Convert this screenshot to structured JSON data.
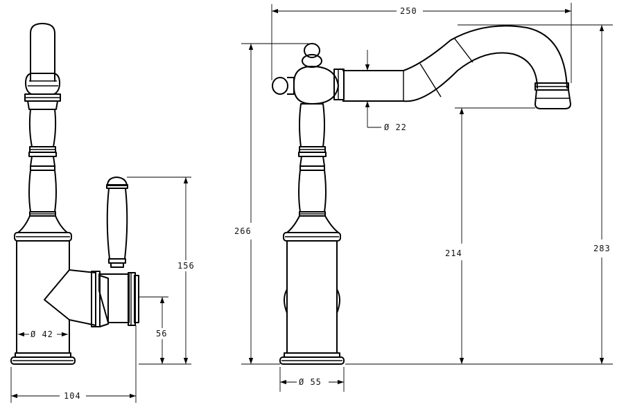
{
  "drawing": {
    "front_view": {
      "dim_handle_height": "156",
      "dim_outlet_height": "56",
      "dim_body_diameter": "Ø 42",
      "dim_overall_width": "104"
    },
    "side_view": {
      "dim_reach": "250",
      "dim_overall_height": "283",
      "dim_lever_height": "266",
      "dim_spout_clearance": "214",
      "dim_spout_diameter": "Ø 22",
      "dim_base_diameter": "Ø 55"
    }
  }
}
